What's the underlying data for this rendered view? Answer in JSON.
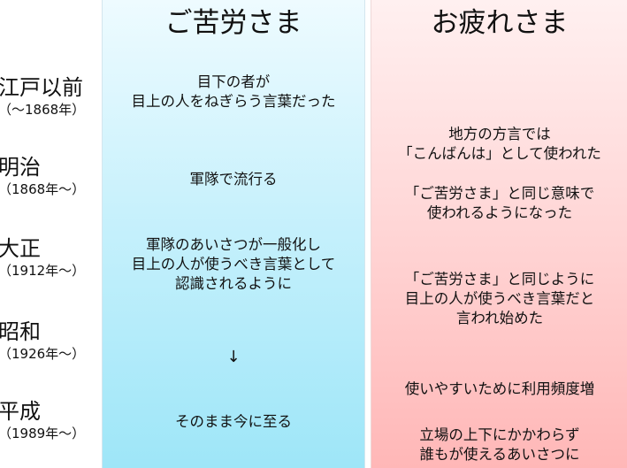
{
  "columns": {
    "left_title": "ご苦労さま",
    "right_title": "お疲れさま"
  },
  "eras": [
    {
      "name": "江戸以前",
      "years": "（〜1868年）"
    },
    {
      "name": "明治",
      "years": "（1868年〜）"
    },
    {
      "name": "大正",
      "years": "（1912年〜）"
    },
    {
      "name": "昭和",
      "years": "（1926年〜）"
    },
    {
      "name": "平成",
      "years": "（1989年〜）"
    }
  ],
  "left_notes": {
    "edo": [
      "目下の者が",
      "目上の人をねぎらう言葉だった"
    ],
    "meiji": [
      "軍隊で流行る"
    ],
    "taisho": [
      "軍隊のあいさつが一般化し",
      "目上の人が使うべき言葉として",
      "認識されるように"
    ],
    "arrow": "↓",
    "heisei": [
      "そのまま今に至る"
    ]
  },
  "right_notes": {
    "meiji_a": [
      "地方の方言では",
      "「こんばんは」として使われた"
    ],
    "meiji_b": [
      "「ご苦労さま」と同じ意味で",
      "使われるようになった"
    ],
    "showa": [
      "「ご苦労さま」と同じように",
      "目上の人が使うべき言葉だと",
      "言われ始めた"
    ],
    "heisei_a": [
      "使いやすいために利用頻度増"
    ],
    "heisei_b": [
      "立場の上下にかかわらず",
      "誰もが使えるあいさつに"
    ]
  }
}
